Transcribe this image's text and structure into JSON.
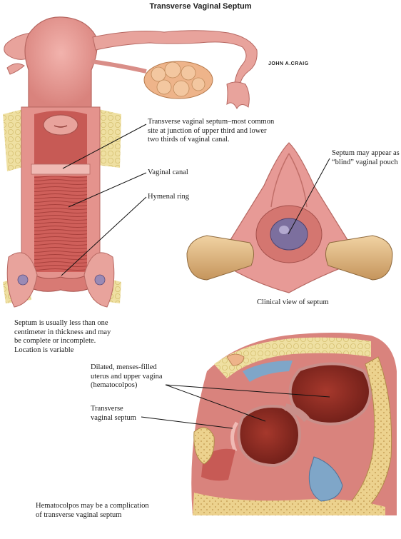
{
  "title": "Transverse Vaginal Septum",
  "signature": "JOHN A.CRAIG",
  "labels": {
    "septum_common_site": "Transverse vaginal septum–most common\nsite at junction of upper third and lower\ntwo thirds of vaginal canal.",
    "vaginal_canal": "Vaginal canal",
    "hymenal_ring": "Hymenal ring",
    "blind_pouch": "Septum may appear as\n“blind” vaginal pouch",
    "clinical_view": "Clinical view of septum",
    "thickness_note": "Septum is usually less than one\ncentimeter in thickness and may\nbe complete or incomplete.\nLocation is variable",
    "dilated_uterus": "Dilated, menses-filled\nuterus and upper vagina\n(hematocolpos)",
    "transverse_septum": "Transverse\nvaginal septum",
    "hematocolpos_note": "Hematocolpos may be a complication\nof transverse vaginal septum"
  },
  "colors": {
    "tissue_pink": "#e79a96",
    "mucosa_red": "#c9534f",
    "fat_yellow": "#efe0a2",
    "bone_tan": "#e8c77a",
    "blood_dark": "#8b2a22",
    "glove_tan": "#d9b07a",
    "blue_tissue": "#7fa6c8",
    "ovary_peach": "#eeb48a"
  }
}
